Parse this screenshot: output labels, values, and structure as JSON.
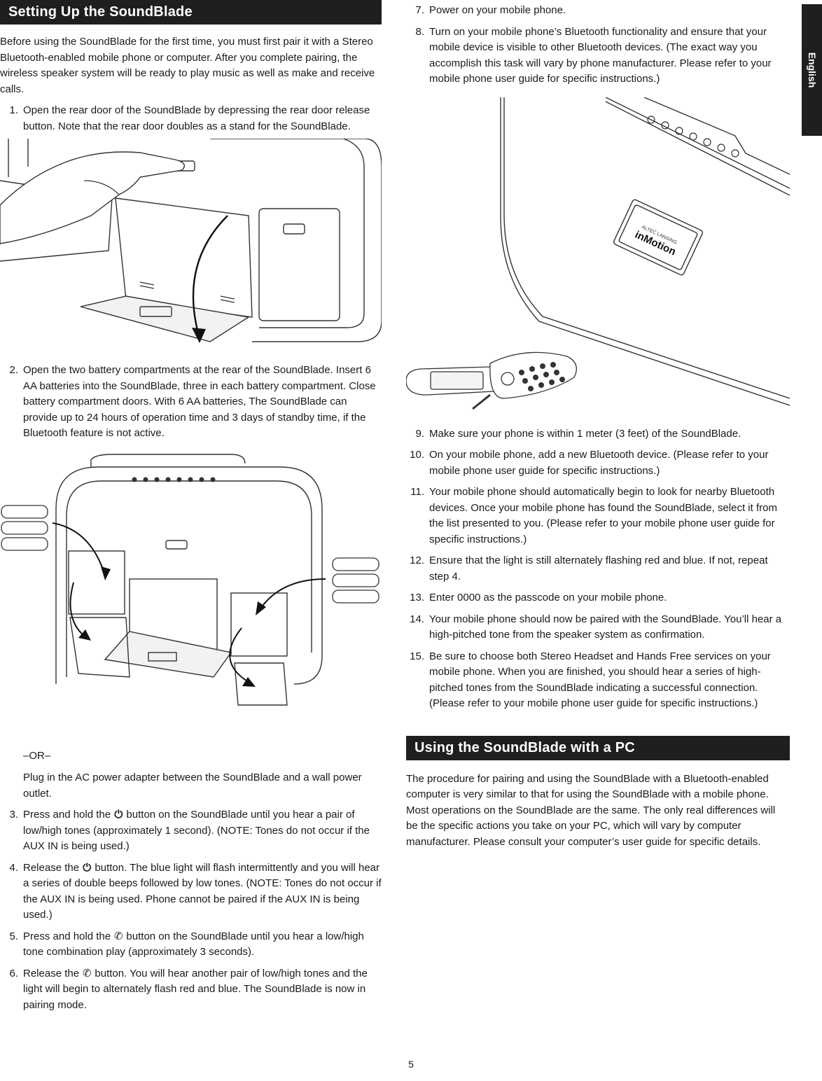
{
  "side_tab": "English",
  "page_number": "5",
  "left": {
    "heading": "Setting Up the SoundBlade",
    "intro": "Before using the SoundBlade for the first time, you must first pair it with a Stereo Bluetooth-enabled mobile phone or computer. After you complete pairing, the wireless speaker system will be ready to play music as well as make and receive calls.",
    "steps": [
      {
        "num": "1.",
        "pre": "Open the rear door of the SoundBlade by depressing the rear door release button. Note that the rear door doubles as a stand for the SoundBlade.",
        "icon": "",
        "post": ""
      },
      {
        "num": "2.",
        "pre": "Open the two battery compartments at the rear of the SoundBlade. Insert 6 AA batteries into the SoundBlade, three in each battery compartment. Close battery compartment doors. With 6 AA batteries, The SoundBlade can provide up to 24 hours of operation time and 3 days of standby time, if the Bluetooth feature is not active.",
        "icon": "",
        "post": ""
      },
      {
        "num": "3.",
        "pre": "Press and hold the ",
        "icon": "⏻",
        "post": " button on the SoundBlade until you hear a pair of low/high tones (approximately 1 second). (NOTE: Tones do not occur if the AUX IN is being used.)"
      },
      {
        "num": "4.",
        "pre": "Release the ",
        "icon": "⏻",
        "post": " button. The blue light will flash intermittently and you will hear a series of double beeps followed by low tones. (NOTE: Tones do not occur if the AUX IN is being used. Phone cannot be paired if the AUX IN is being used.)"
      },
      {
        "num": "5.",
        "pre": "Press and hold the ",
        "icon": "✆",
        "post": " button on the SoundBlade until you hear a low/high tone combination play (approximately 3 seconds)."
      },
      {
        "num": "6.",
        "pre": "Release the ",
        "icon": "✆",
        "post": " button. You will hear another pair of low/high tones and the light will begin to alternately flash red and blue. The SoundBlade is now in pairing mode."
      }
    ],
    "or_text": "–OR–",
    "ac_text": "Plug in the AC power adapter between the SoundBlade and a wall power outlet."
  },
  "right": {
    "steps_a": [
      {
        "num": "7.",
        "text": "Power on your mobile phone."
      },
      {
        "num": "8.",
        "text": "Turn on your mobile phone’s Bluetooth functionality and ensure that your mobile device is visible to other Bluetooth devices. (The exact way you accomplish this task will vary by phone manufacturer. Please refer to your mobile phone user guide for specific instructions.)"
      }
    ],
    "logo_brand": "ALTEC LANSING",
    "logo_name": "inMotion",
    "steps_b": [
      {
        "num": "9.",
        "text": "Make sure your phone is within 1 meter (3 feet) of the SoundBlade."
      },
      {
        "num": "10.",
        "text": "On your mobile phone, add a new Bluetooth device. (Please refer to your mobile phone user guide for specific instructions.)"
      },
      {
        "num": "11.",
        "text": "Your mobile phone should automatically begin to look for nearby Bluetooth devices. Once your mobile phone has found the SoundBlade, select it from the list presented to you. (Please refer to your mobile phone user guide for specific instructions.)"
      },
      {
        "num": "12.",
        "text": "Ensure that the light is still alternately flashing red and blue. If not, repeat step 4."
      },
      {
        "num": "13.",
        "text": "Enter 0000 as the passcode on your mobile phone."
      },
      {
        "num": "14.",
        "text": "Your mobile phone should now be paired with the SoundBlade. You’ll hear a high-pitched tone from the speaker system as confirmation."
      },
      {
        "num": "15.",
        "text": "Be sure to choose both Stereo Headset and Hands Free services on your mobile phone. When you are finished, you should hear a series of high-pitched tones from the SoundBlade indicating a successful connection. (Please refer to your mobile phone user guide for specific instructions.)"
      }
    ],
    "heading2": "Using the SoundBlade with a PC",
    "pc_text": "The procedure for pairing and using the SoundBlade with a Bluetooth-enabled computer is very similar to that for using the SoundBlade with a mobile phone. Most operations on the SoundBlade are the same. The only real differences will be the specific actions you take on your PC, which will vary by computer manufacturer. Please consult your computer’s user guide for specific details."
  }
}
